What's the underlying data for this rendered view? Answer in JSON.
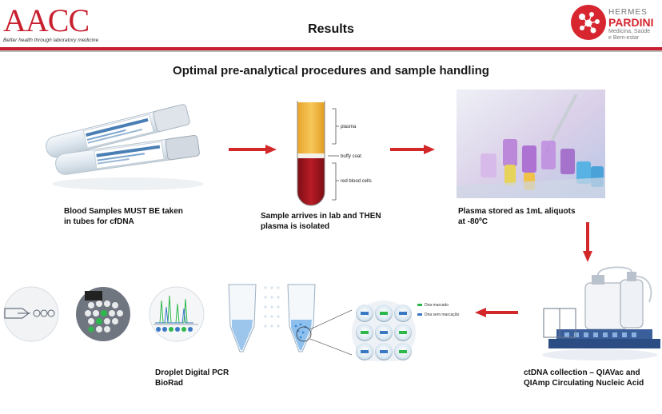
{
  "header": {
    "aacc_logo": "AACC",
    "aacc_tagline": "Better health through laboratory medicine",
    "title": "Results",
    "hp_logo_line1": "HERMES",
    "hp_logo_line2": "PARDINI",
    "hp_logo_line3": "Medicina, Saúde",
    "hp_logo_line4": "e Bem-estar"
  },
  "subtitle": "Optimal pre-analytical procedures and sample handling",
  "captions": {
    "tubes_1": "Blood Samples MUST BE taken",
    "tubes_2": "in tubes for cfDNA",
    "lab_1": "Sample arrives in lab and THEN",
    "lab_2": "plasma is isolated",
    "plasma_1": "Plasma stored as 1mL aliquots",
    "plasma_2": "at -80ºC",
    "ddpcr_1": "Droplet Digital PCR",
    "ddpcr_2": "BioRad",
    "ctdna_1": "ctDNA collection – QIAVac and",
    "ctdna_2": "QIAmp Circulating Nucleic Acid"
  },
  "tube_labels": {
    "plasma": "plasma",
    "buffy": "buffy coat",
    "rbc": "red blood cells"
  },
  "droplet_legend": {
    "marked": "Dna marcado",
    "unmarked": "Dna sem marcação"
  },
  "colors": {
    "brand_red": "#c8202f",
    "arrow_red": "#d3282a",
    "plasma_yellow": "#f1b53b",
    "blood_red": "#a5141e",
    "droplet_green": "#2db84b",
    "droplet_blue": "#3a78c4"
  }
}
